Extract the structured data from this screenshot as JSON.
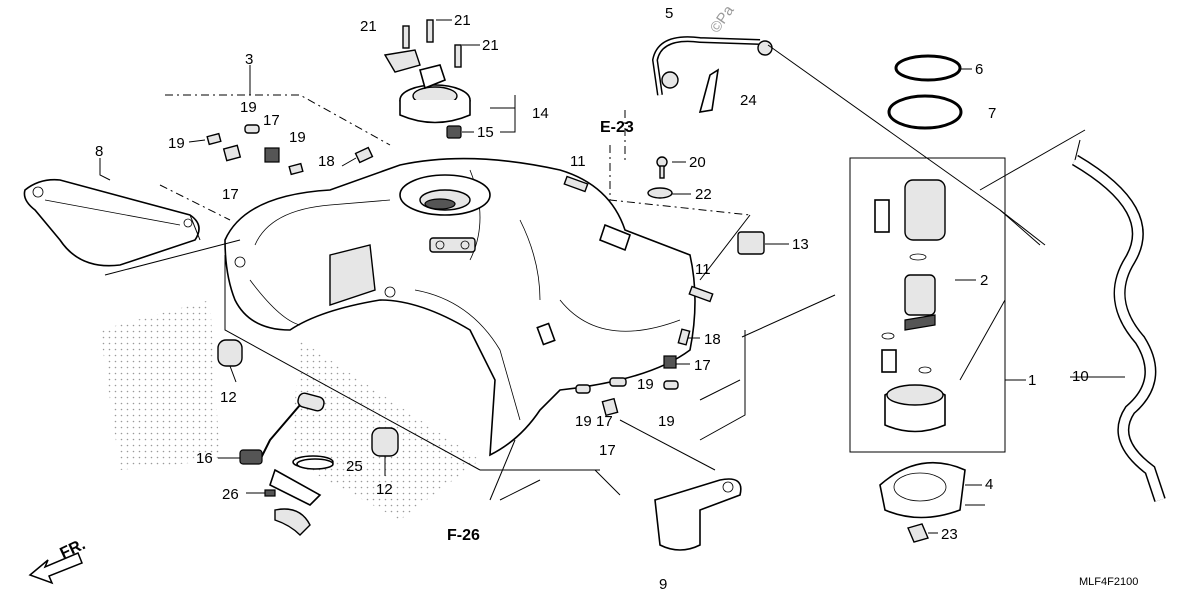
{
  "callouts": {
    "c1": "1",
    "c2": "2",
    "c3": "3",
    "c4": "4",
    "c5": "5",
    "c6": "6",
    "c7": "7",
    "c8": "8",
    "c10": "10",
    "c11a": "11",
    "c11b": "11",
    "c12a": "12",
    "c12b": "12",
    "c13": "13",
    "c14": "14",
    "c15": "15",
    "c16": "16",
    "c17a": "17",
    "c17b": "17",
    "c17c": "17",
    "c17d": "17",
    "c17e": "17",
    "c18a": "18",
    "c18b": "18",
    "c19a": "19",
    "c19b": "19",
    "c19c": "19",
    "c19d": "19",
    "c19e": "19",
    "c19f": "19",
    "c20": "20",
    "c21a": "21",
    "c21b": "21",
    "c21c": "21",
    "c22": "22",
    "c23": "23",
    "c24": "24",
    "c25": "25",
    "c26": "26"
  },
  "references": {
    "e23": "E-23",
    "f26": "F-26"
  },
  "direction": "FR.",
  "page_number": "9",
  "diagram_code": "MLF4F2100",
  "watermark": "©Pa"
}
